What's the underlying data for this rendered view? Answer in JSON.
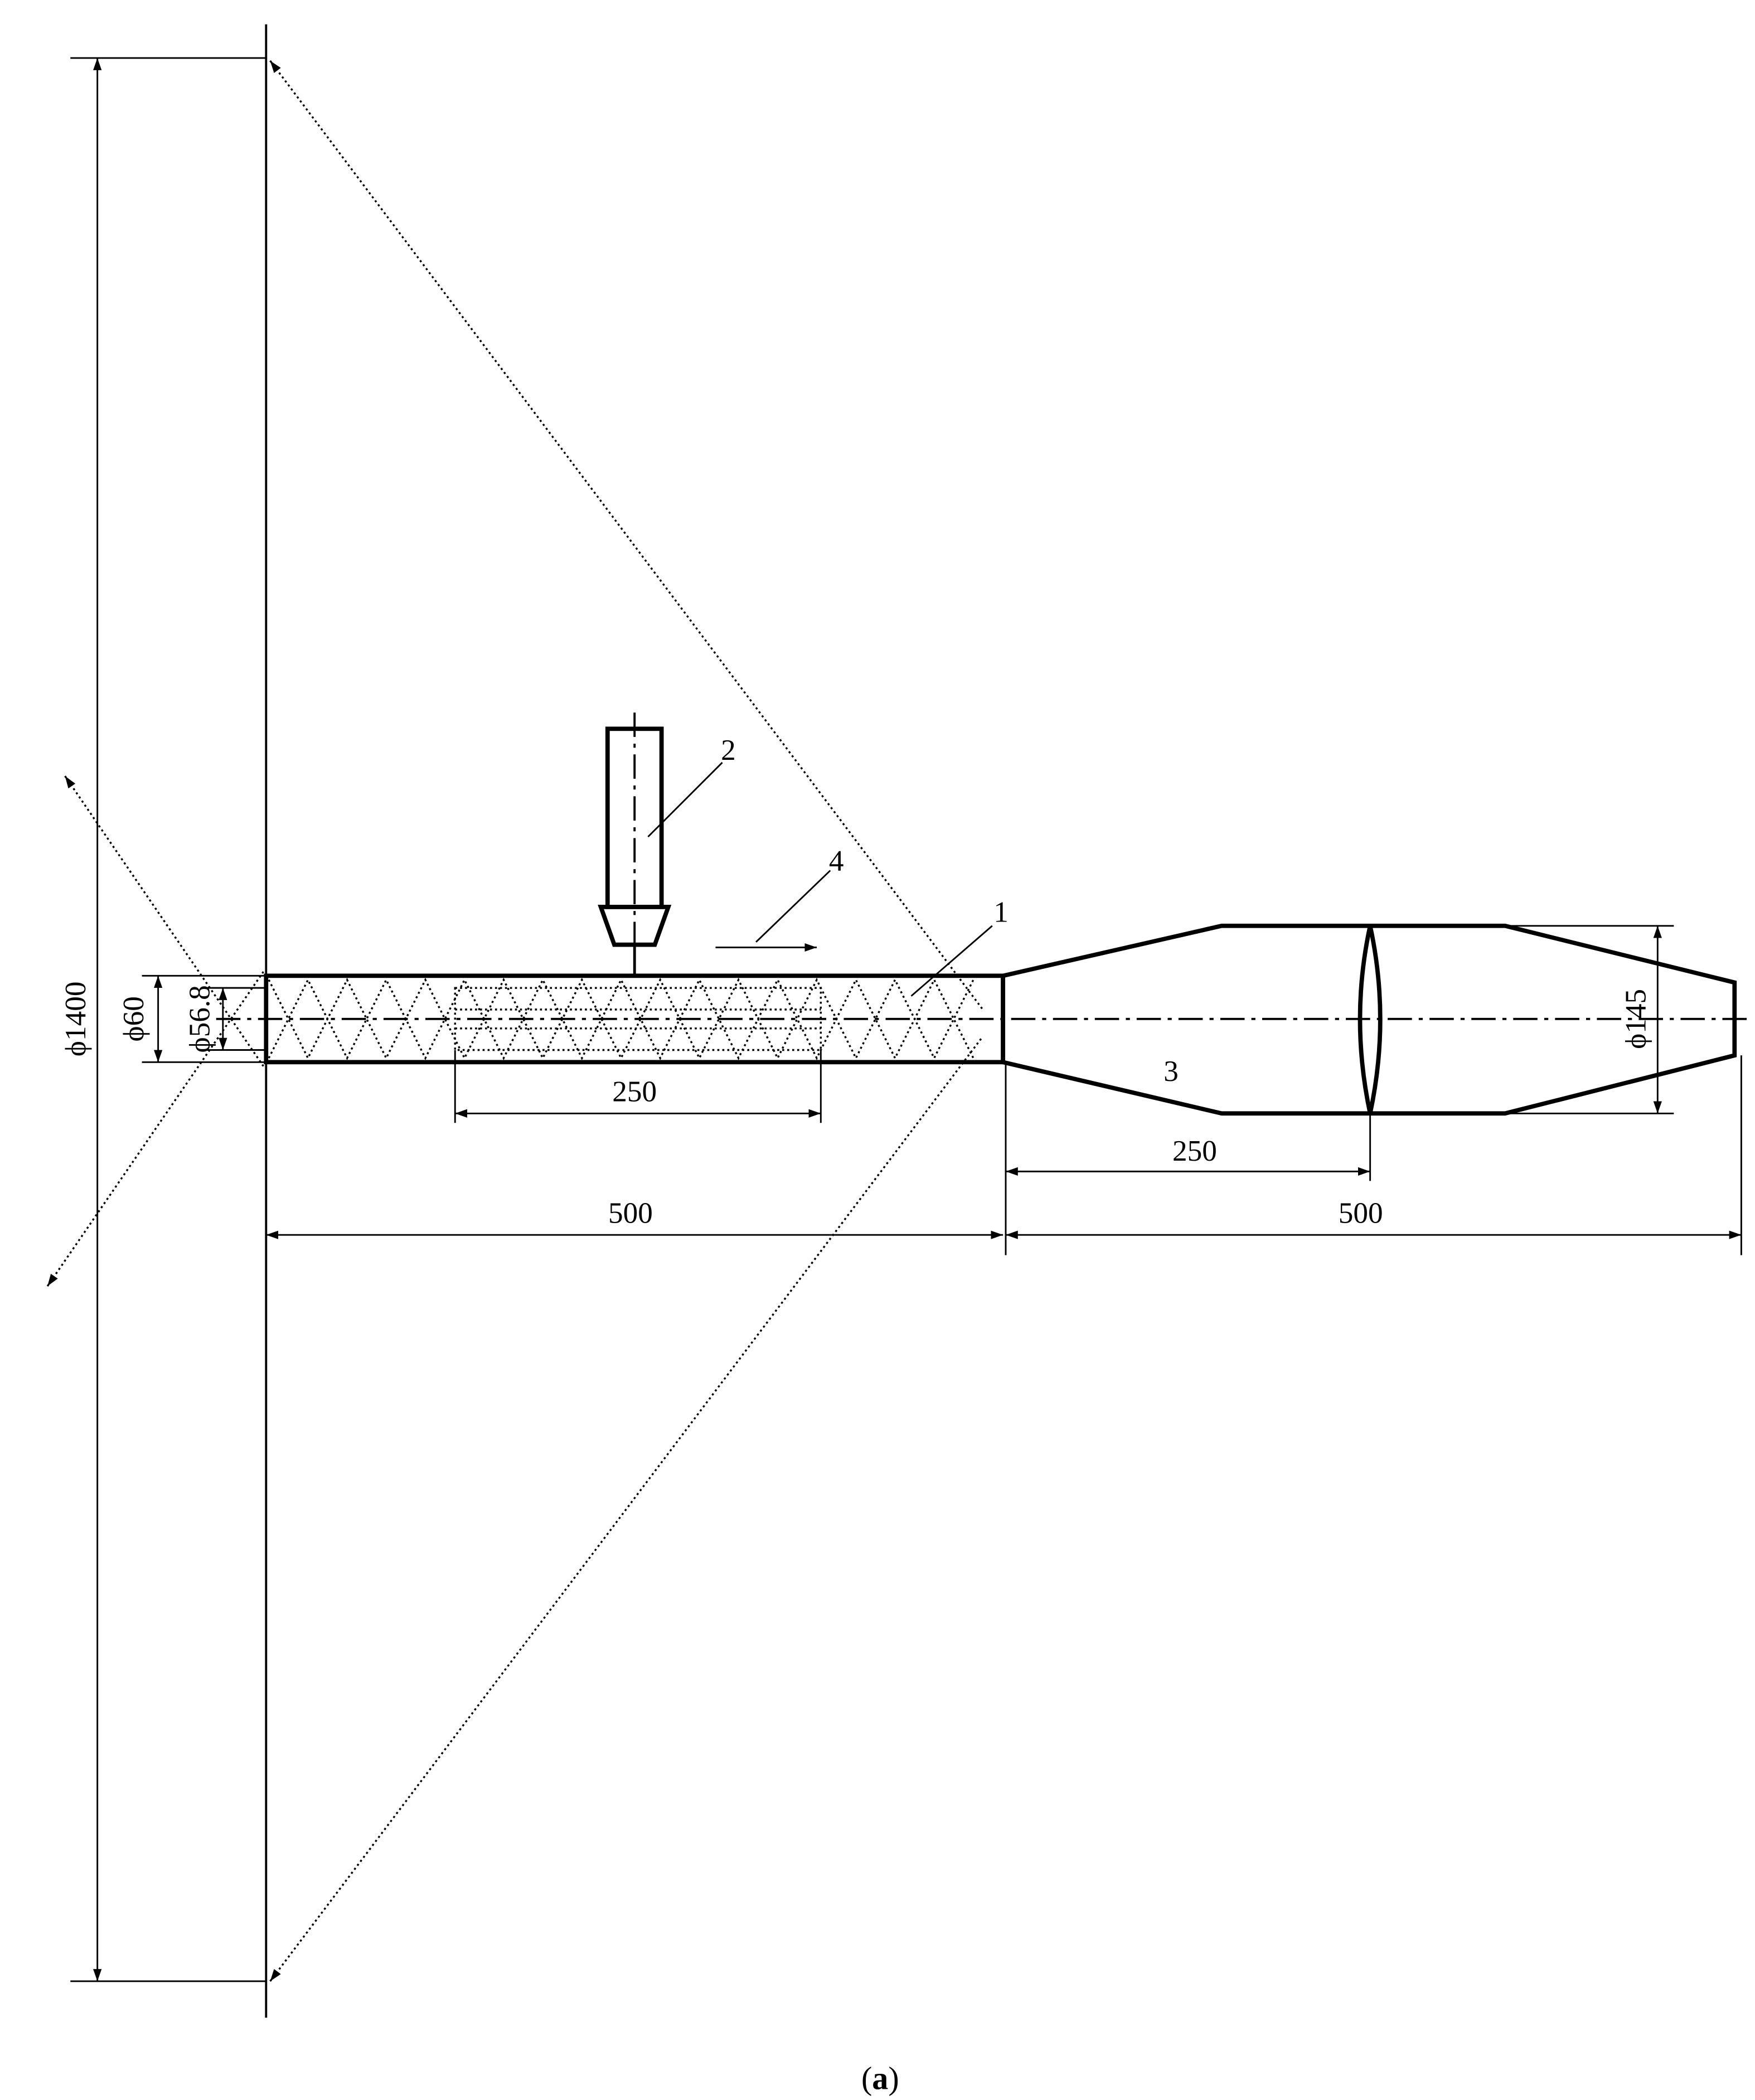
{
  "dimensions": {
    "screen_diameter": "ϕ1400",
    "tube_outer_diameter": "ϕ60",
    "tube_inner_diameter": "ϕ56.8",
    "heated_length": "250",
    "tube_length": "500",
    "lens_position": "250",
    "optics_length": "500",
    "optics_diameter": "ϕ145"
  },
  "labels": {
    "tube": "1",
    "nozzle": "2",
    "optics": "3",
    "motion": "4"
  },
  "caption": {
    "prefix": "(",
    "letter": "a",
    "suffix": ")"
  }
}
